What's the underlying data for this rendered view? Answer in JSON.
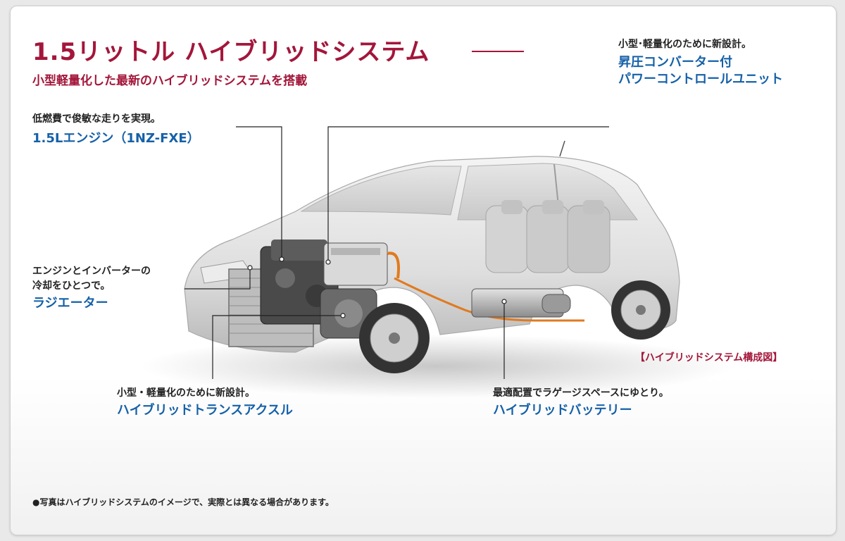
{
  "header": {
    "title": "1.5リットル ハイブリッドシステム",
    "subtitle": "小型軽量化した最新のハイブリッドシステムを搭載"
  },
  "callouts": {
    "engine": {
      "desc": "低燃費で俊敏な走りを実現。",
      "name": "1.5Lエンジン（1NZ-FXE）"
    },
    "pcu": {
      "desc": "小型･軽量化のために新設計。",
      "name_line1": "昇圧コンバーター付",
      "name_line2": "パワーコントロールユニット"
    },
    "radiator": {
      "desc_line1": "エンジンとインバーターの",
      "desc_line2": "冷却をひとつで。",
      "name": "ラジエーター"
    },
    "transaxle": {
      "desc": "小型・軽量化のために新設計。",
      "name": "ハイブリッドトランスアクスル"
    },
    "battery": {
      "desc": "最適配置でラゲージスペースにゆとり。",
      "name": "ハイブリッドバッテリー"
    }
  },
  "figure_caption": "【ハイブリッドシステム構成図】",
  "footnote": "●写真はハイブリッドシステムのイメージで、実際とは異なる場合があります。",
  "colors": {
    "accent_red": "#a3163a",
    "label_blue": "#1561a8",
    "text": "#222222"
  }
}
